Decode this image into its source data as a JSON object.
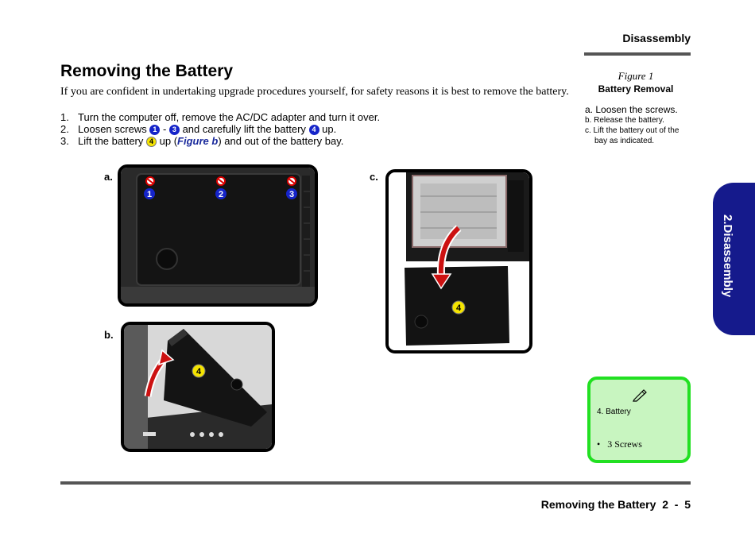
{
  "header": {
    "section": "Disassembly"
  },
  "page": {
    "title": "Removing the Battery",
    "intro": "If you are confident in undertaking upgrade procedures yourself, for safety reasons it is best to remove the battery."
  },
  "steps": [
    {
      "num": "1.",
      "text": "Turn the computer off, remove the AC/DC adapter and turn it over."
    },
    {
      "num": "2.",
      "pre": "Loosen screws",
      "badge1": "1",
      "dash": "-",
      "badge2": "3",
      "mid": "and carefully lift the battery",
      "badge3": "4",
      "post": "up."
    },
    {
      "num": "3.",
      "pre": "Lift the battery",
      "badge": "4",
      "mid": "up (",
      "figref": "Figure b",
      "post": ") and out of the battery bay."
    }
  ],
  "figure": {
    "label": "Figure 1",
    "name": "Battery Removal",
    "notes": [
      "a. Loosen the screws.",
      "b. Release the battery.",
      "c. Lift the battery out of the",
      "bay as indicated."
    ]
  },
  "side_tab": {
    "label": "2.Disassembly"
  },
  "photos": {
    "a": {
      "label": "a.",
      "screws": [
        "1",
        "2",
        "3"
      ]
    },
    "b": {
      "label": "b.",
      "marker": "4"
    },
    "c": {
      "label": "c.",
      "marker": "4"
    }
  },
  "note_box": {
    "item": "4. Battery",
    "bullet": "•",
    "bullet_text": "3 Screws"
  },
  "footer": {
    "text": "Removing the Battery  2  -  5"
  },
  "colors": {
    "blue_badge": "#1524c9",
    "yellow_badge": "#f5e400",
    "tab": "#151a8c",
    "note_border": "#22e022",
    "note_bg": "#c8f5c0",
    "figref": "#1a2a9c"
  },
  "icons": {
    "note": "pen-icon",
    "screw": "screw-icon",
    "arrow": "lift-arrow-icon"
  }
}
